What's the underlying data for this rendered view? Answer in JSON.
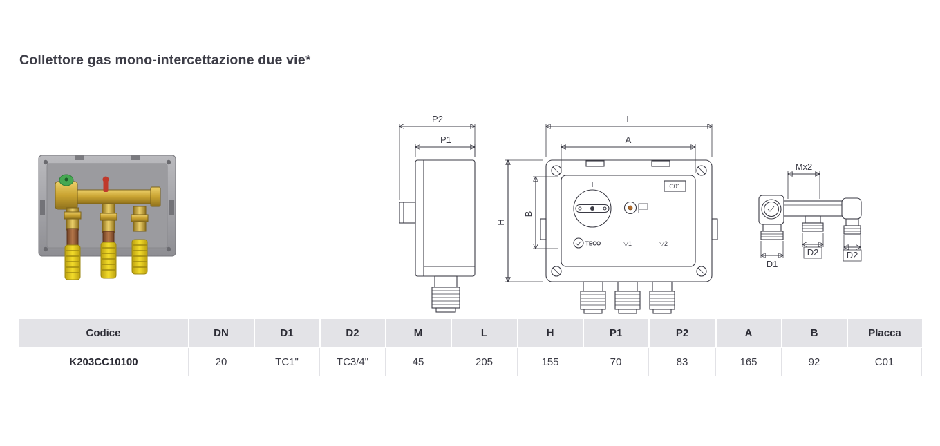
{
  "page": {
    "title": "Collettore gas mono-intercettazione due vie*"
  },
  "drawings": {
    "side": {
      "p2": "P2",
      "p1": "P1"
    },
    "front": {
      "l": "L",
      "a": "A",
      "h": "H",
      "b": "B",
      "c01": "C01",
      "teco": "TECO",
      "v1": "▽1",
      "v2": "▽2"
    },
    "top": {
      "mx2": "Mx2",
      "d1": "D1",
      "d2a": "D2",
      "d2b": "D2"
    }
  },
  "table": {
    "headers": [
      "Codice",
      "DN",
      "D1",
      "D2",
      "M",
      "L",
      "H",
      "P1",
      "P2",
      "A",
      "B",
      "Placca"
    ],
    "rows": [
      [
        "K203CC10100",
        "20",
        "TC1\"",
        "TC3/4\"",
        "45",
        "205",
        "155",
        "70",
        "83",
        "165",
        "92",
        "C01"
      ]
    ]
  }
}
